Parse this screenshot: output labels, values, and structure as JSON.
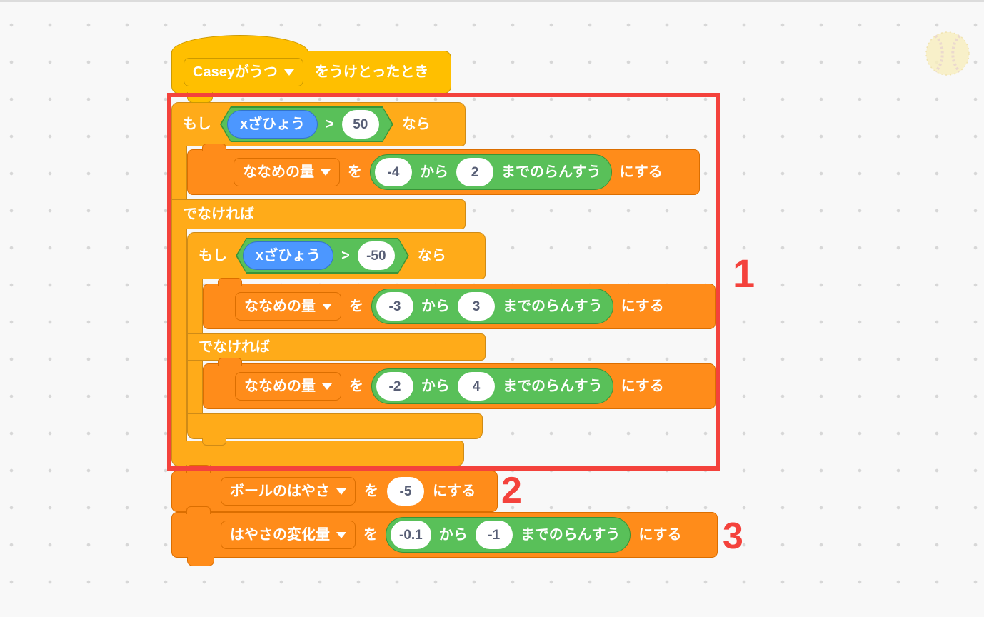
{
  "workspace": {
    "background": "#f8f8f8",
    "grid_dot_color": "#d7d7d7"
  },
  "colors": {
    "event_block": "#FFBF00",
    "event_border": "#CC9900",
    "control_block": "#FFAB19",
    "control_border": "#CF8B17",
    "variables_block": "#FF8C1A",
    "variables_border": "#DB6E00",
    "operator_block": "#59C059",
    "operator_border": "#389438",
    "motion_reporter": "#4C97FF",
    "motion_border": "#3373CC",
    "input_text": "#575E75",
    "annotation_red": "#F4423C"
  },
  "icons": {
    "dropdown_caret": "caret-down",
    "decoration": "tennis-ball"
  },
  "hat": {
    "event_value": "Caseyがうつ",
    "suffix": "をうけとったとき"
  },
  "if_outer": {
    "if": "もし",
    "then": "なら",
    "else": "でなければ",
    "cond_var": "xざひょう",
    "cond_op": ">",
    "cond_val": "50"
  },
  "if_inner": {
    "if": "もし",
    "then": "なら",
    "else": "でなければ",
    "cond_var": "xざひょう",
    "cond_op": ">",
    "cond_val": "-50"
  },
  "sets": {
    "s1": {
      "var": "ななめの量",
      "particle": "を",
      "from": "-4",
      "kara": "から",
      "to": "2",
      "made": "までのらんすう",
      "tail": "にする"
    },
    "s2": {
      "var": "ななめの量",
      "particle": "を",
      "from": "-3",
      "kara": "から",
      "to": "3",
      "made": "までのらんすう",
      "tail": "にする"
    },
    "s3": {
      "var": "ななめの量",
      "particle": "を",
      "from": "-2",
      "kara": "から",
      "to": "4",
      "made": "までのらんすう",
      "tail": "にする"
    },
    "s4": {
      "var": "ボールのはやさ",
      "particle": "を",
      "value": "-5",
      "tail": "にする"
    },
    "s5": {
      "var": "はやさの変化量",
      "particle": "を",
      "from": "-0.1",
      "kara": "から",
      "to": "-1",
      "made": "までのらんすう",
      "tail": "にする"
    }
  },
  "annotations": {
    "n1": "1",
    "n2": "2",
    "n3": "3"
  }
}
